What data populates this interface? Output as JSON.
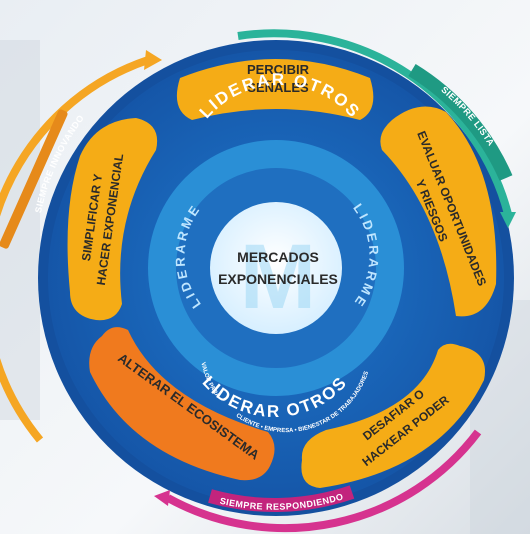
{
  "rings": {
    "top": "LIDERAR OTROS",
    "bottom": "LIDERAR OTROS",
    "left": "LIDERARME",
    "right": "LIDERARME"
  },
  "center": {
    "line1": "MERCADOS",
    "line2": "EXPONENCIALES",
    "logo_letter": "M"
  },
  "value_label": "VALOR PARA",
  "value_caption": "CLIENTE • EMPRESA • BIENESTAR DE TRABAJADORES",
  "petals": {
    "percibir": [
      "PERCIBIR",
      "SEÑALES"
    ],
    "evaluar": [
      "EVALUAR OPORTUNIDADES",
      "Y RIESGOS"
    ],
    "desafiar": [
      "DESAFIAR O",
      "HACKEAR PODER"
    ],
    "alterar": [
      "ALTERAR EL ECOSISTEMA"
    ],
    "simplificar": [
      "SIMPLIFICAR Y",
      "HACER EXPONENCIAL"
    ]
  },
  "arcs": {
    "left": "SIEMPRE INNOVANDO",
    "right": "SIEMPRE LISTA",
    "bottom": "SIEMPRE RESPONDIENDO"
  },
  "colors": {
    "outer": "#1a64b8",
    "ring": "#2a8fd6",
    "inner": "#1f6fc0",
    "center": "#ffffff",
    "petal": "#f5ac16",
    "petal_alt": "#f07a1e",
    "arc_orange": "#f5a623",
    "arc_green": "#2bb39a",
    "arc_magenta": "#d6338f"
  }
}
